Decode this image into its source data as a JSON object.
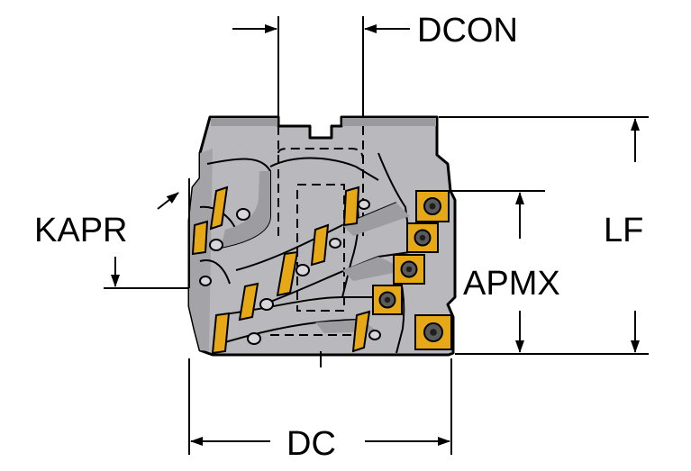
{
  "labels": {
    "dcon": "DCON",
    "kapr": "KAPR",
    "lf": "LF",
    "apmx": "APMX",
    "dc": "DC"
  },
  "colors": {
    "body": "#b9b9bd",
    "body_dark": "#8f8f94",
    "outline": "#000000",
    "insert": "#e6a817",
    "insert_dark": "#b07c08",
    "screw": "#5a5a5a"
  },
  "icons": {
    "tool": "face-milling-cutter-icon",
    "insert": "cutting-insert-icon"
  }
}
